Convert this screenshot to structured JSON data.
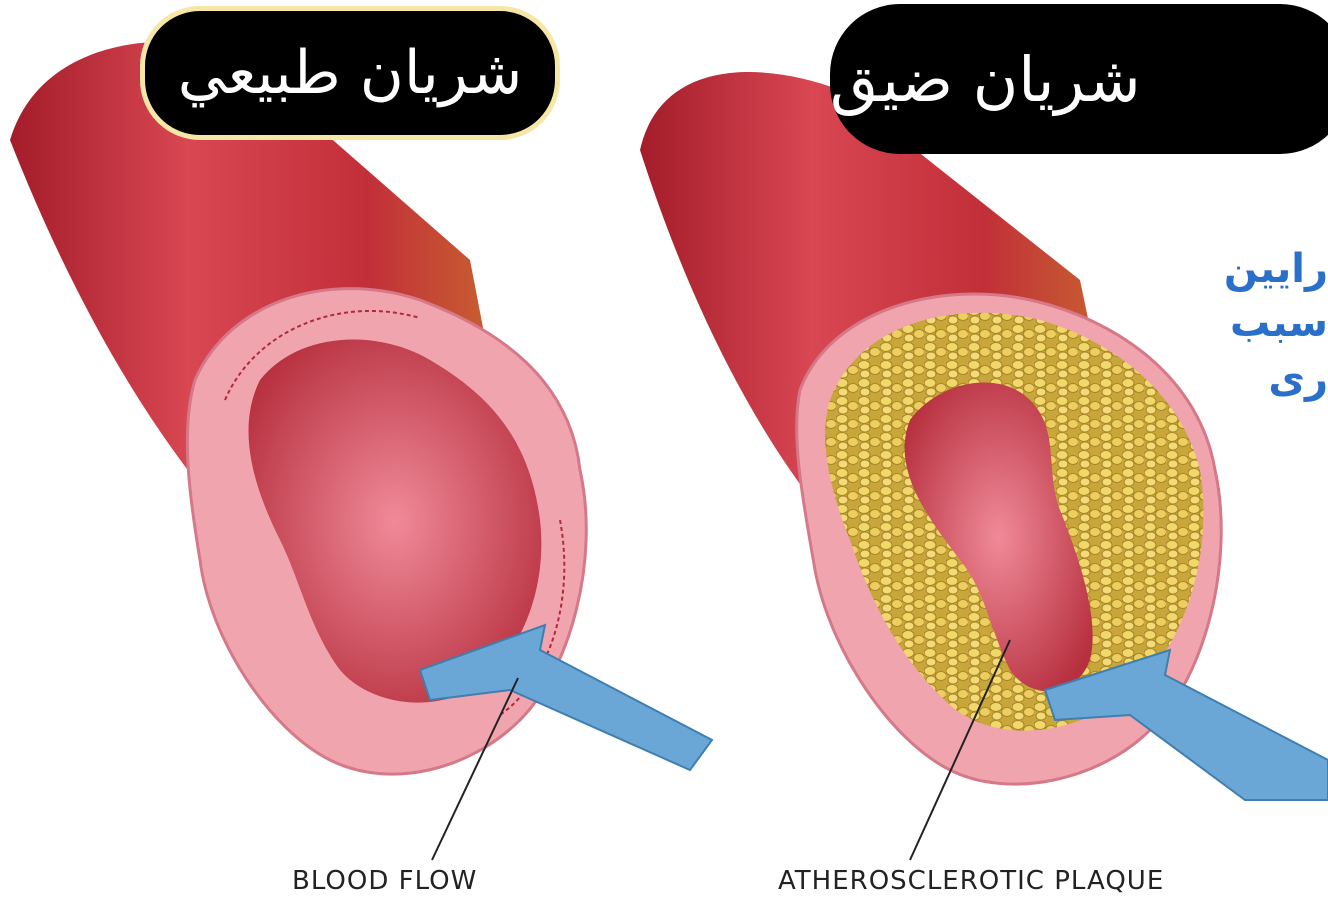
{
  "labels": {
    "normal_artery": "شريان طبيعي",
    "narrowed_artery": "شريان ضيق",
    "callout_lines": [
      "رايين",
      "سبب",
      "رى"
    ],
    "blood_flow": "BLOOD FLOW",
    "plaque": "ATHEROSCLEROTIC PLAQUE"
  },
  "colors": {
    "artery_outer": "#c7323a",
    "artery_wall": "#f0a5ae",
    "lumen": "#d2525f",
    "plaque": "#e3c552",
    "arrow": "#6aa7d6",
    "badge_bg": "#000000",
    "callout_text": "#2a6fc9"
  }
}
